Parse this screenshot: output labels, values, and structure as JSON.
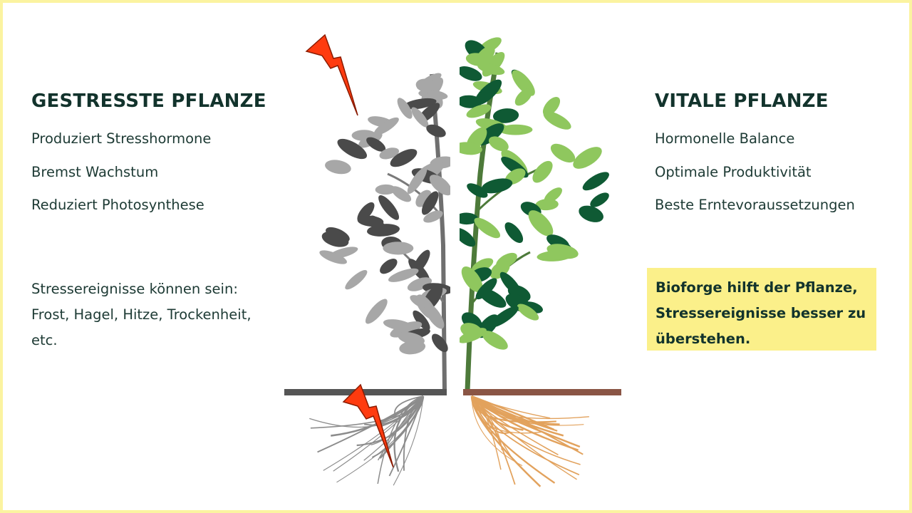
{
  "left": {
    "title": "GESTRESSTE PFLANZE",
    "items": [
      "Produziert Stresshormone",
      "Bremst Wachstum",
      "Reduziert Photosynthese"
    ],
    "note": "Stressereignisse können sein: Frost, Hagel, Hitze, Trockenheit, etc."
  },
  "right": {
    "title": "VITALE PFLANZE",
    "items": [
      "Hormonelle Balance",
      "Optimale Produktivität",
      "Beste Erntevoraussetzungen"
    ],
    "highlight": "Bioforge hilft der Pflanze, Stressereignisse besser zu überstehen."
  },
  "colors": {
    "frame": "#fbf3a0",
    "highlight": "#fbf08a",
    "heading": "#12332c",
    "lightning": "#ff3b0f",
    "stressed_leaf_dark": "#4a4a4a",
    "stressed_leaf_light": "#a7a7a7",
    "vital_leaf_dark": "#0f5a34",
    "vital_leaf_light": "#8fc75e",
    "soil_left": "#555555",
    "soil_right": "#8a5545",
    "roots_right": "#e2a25d"
  },
  "icons": [
    "lightning-bolt-icon",
    "lightning-bolt-icon"
  ]
}
